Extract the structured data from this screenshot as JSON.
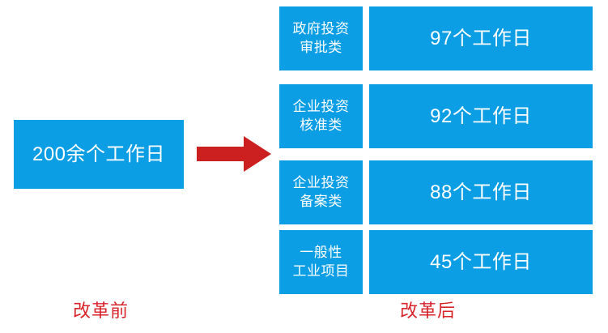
{
  "diagram": {
    "before": {
      "value_label": "200余个工作日",
      "caption": "改革前"
    },
    "arrow": {
      "icon": "right-arrow-icon",
      "color": "#cc1f1f"
    },
    "after": {
      "caption": "改革后",
      "rows": [
        {
          "category_line1": "政府投资",
          "category_line2": "审批类",
          "value_label": "97个工作日"
        },
        {
          "category_line1": "企业投资",
          "category_line2": "核准类",
          "value_label": "92个工作日"
        },
        {
          "category_line1": "企业投资",
          "category_line2": "备案类",
          "value_label": "88个工作日"
        },
        {
          "category_line1": "一般性",
          "category_line2": "工业项目",
          "value_label": "45个工作日"
        }
      ]
    },
    "colors": {
      "block_blue": "#0b9ee5",
      "caption_red": "#d8232a",
      "arrow_red": "#cc1f1f",
      "text_white": "#ffffff",
      "background": "#ffffff"
    }
  },
  "chart_data": {
    "type": "bar",
    "title": "",
    "categories": [
      "政府投资审批类",
      "企业投资核准类",
      "企业投资备案类",
      "一般性工业项目"
    ],
    "values": [
      97,
      92,
      88,
      45
    ],
    "baseline_label": "200余个工作日",
    "baseline_value": 200,
    "unit": "个工作日",
    "xlabel": "",
    "ylabel": "",
    "legend": [
      "改革前",
      "改革后"
    ]
  }
}
